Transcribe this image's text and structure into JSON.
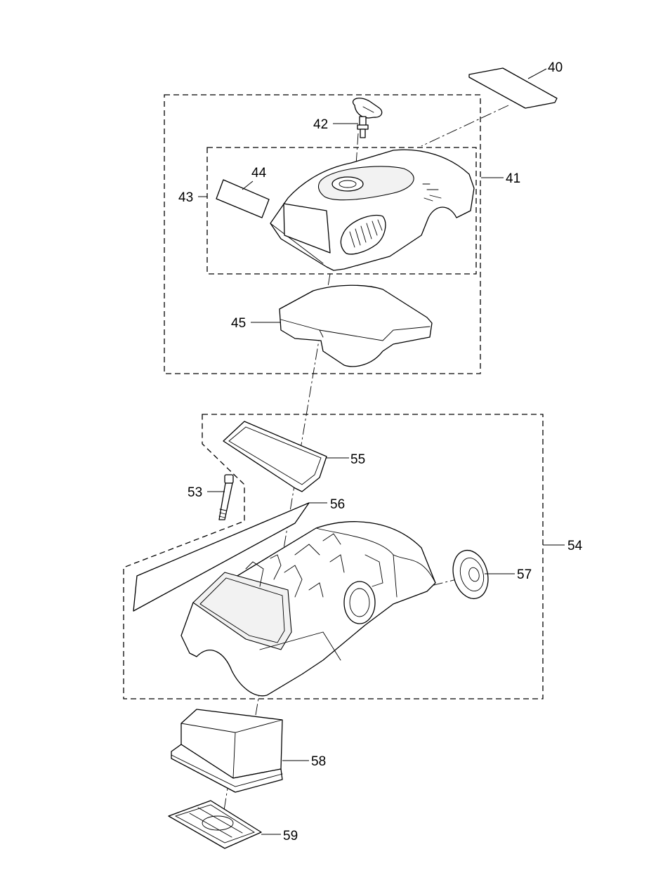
{
  "callouts": {
    "c40": "40",
    "c41": "41",
    "c42": "42",
    "c43": "43",
    "c44": "44",
    "c45": "45",
    "c53": "53",
    "c54": "54",
    "c55": "55",
    "c56": "56",
    "c57": "57",
    "c58": "58",
    "c59": "59"
  }
}
